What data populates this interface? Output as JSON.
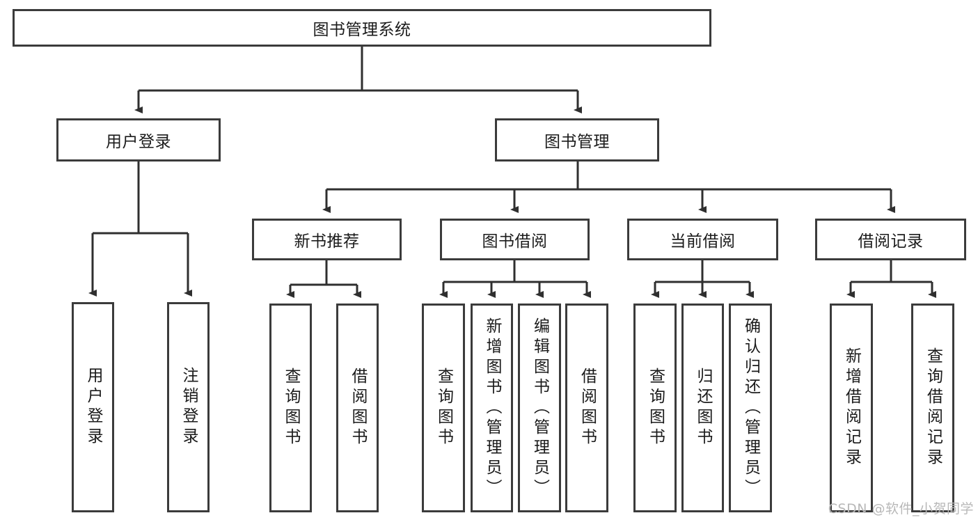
{
  "diagram": {
    "title": "图书管理系统",
    "watermark": "CSDN @软件_小贺同学",
    "accent_color": "#3b3b3b",
    "background_color": "#ffffff",
    "nodes": {
      "root": {
        "label": "图书管理系统"
      },
      "l2": [
        {
          "label": "用户登录"
        },
        {
          "label": "图书管理"
        }
      ],
      "l3": [
        {
          "label": "新书推荐"
        },
        {
          "label": "图书借阅"
        },
        {
          "label": "当前借阅"
        },
        {
          "label": "借阅记录"
        }
      ],
      "leaves": {
        "user_login": [
          {
            "label": "用户登录"
          },
          {
            "label": "注销登录"
          }
        ],
        "new_book": [
          {
            "label": "查询图书"
          },
          {
            "label": "借阅图书"
          }
        ],
        "book_borrow": [
          {
            "label": "查询图书"
          },
          {
            "label": "新增图书（管理员）"
          },
          {
            "label": "编辑图书（管理员）"
          },
          {
            "label": "借阅图书"
          }
        ],
        "current_borrow": [
          {
            "label": "查询图书"
          },
          {
            "label": "归还图书"
          },
          {
            "label": "确认归还（管理员）"
          }
        ],
        "borrow_record": [
          {
            "label": "新增借阅记录"
          },
          {
            "label": "查询借阅记录"
          }
        ]
      }
    }
  }
}
